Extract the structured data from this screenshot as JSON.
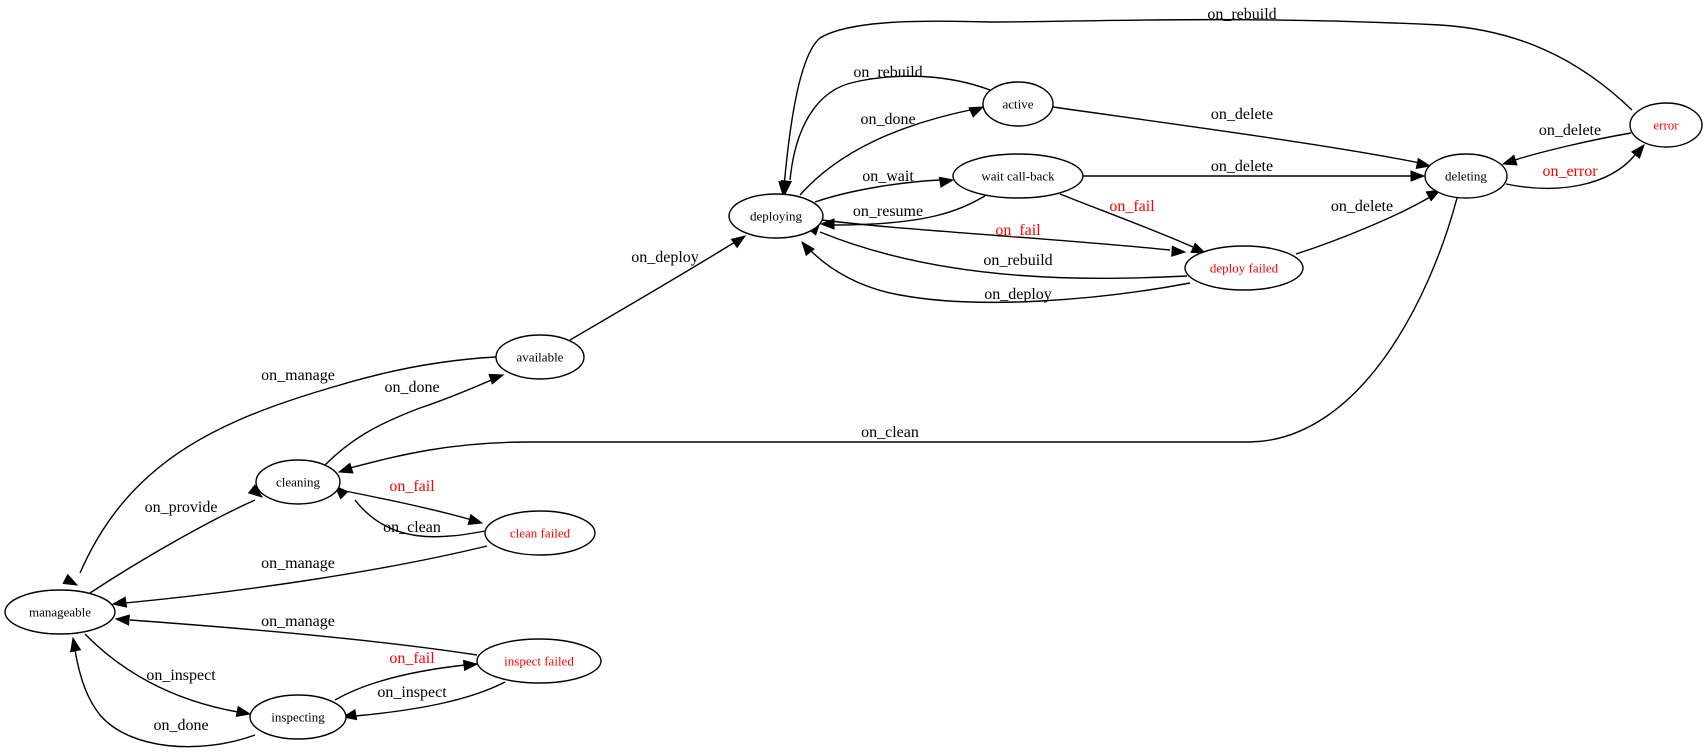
{
  "diagram": {
    "colors": {
      "normal": "#000000",
      "failure": "#ff0000"
    },
    "nodes": [
      {
        "id": "manageable",
        "label": "manageable",
        "failure": false
      },
      {
        "id": "cleaning",
        "label": "cleaning",
        "failure": false
      },
      {
        "id": "available",
        "label": "available",
        "failure": false
      },
      {
        "id": "clean_failed",
        "label": "clean failed",
        "failure": true
      },
      {
        "id": "inspecting",
        "label": "inspecting",
        "failure": false
      },
      {
        "id": "inspect_failed",
        "label": "inspect failed",
        "failure": true
      },
      {
        "id": "deploying",
        "label": "deploying",
        "failure": false
      },
      {
        "id": "active",
        "label": "active",
        "failure": false
      },
      {
        "id": "wait_callback",
        "label": "wait call-back",
        "failure": false
      },
      {
        "id": "deploy_failed",
        "label": "deploy failed",
        "failure": true
      },
      {
        "id": "deleting",
        "label": "deleting",
        "failure": false
      },
      {
        "id": "error",
        "label": "error",
        "failure": true
      }
    ],
    "edges": [
      {
        "id": "e1",
        "from": "manageable",
        "to": "cleaning",
        "label": "on_provide",
        "failure": false
      },
      {
        "id": "e2",
        "from": "available",
        "to": "manageable",
        "label": "on_manage",
        "failure": false
      },
      {
        "id": "e3",
        "from": "cleaning",
        "to": "available",
        "label": "on_done",
        "failure": false
      },
      {
        "id": "e4",
        "from": "cleaning",
        "to": "clean_failed",
        "label": "on_fail",
        "failure": true
      },
      {
        "id": "e5",
        "from": "clean_failed",
        "to": "cleaning",
        "label": "on_clean",
        "failure": false
      },
      {
        "id": "e6",
        "from": "clean_failed",
        "to": "manageable",
        "label": "on_manage",
        "failure": false
      },
      {
        "id": "e7",
        "from": "inspect_failed",
        "to": "manageable",
        "label": "on_manage",
        "failure": false
      },
      {
        "id": "e8",
        "from": "manageable",
        "to": "inspecting",
        "label": "on_inspect",
        "failure": false
      },
      {
        "id": "e9",
        "from": "inspecting",
        "to": "manageable",
        "label": "on_done",
        "failure": false
      },
      {
        "id": "e10",
        "from": "inspecting",
        "to": "inspect_failed",
        "label": "on_fail",
        "failure": true
      },
      {
        "id": "e11",
        "from": "inspect_failed",
        "to": "inspecting",
        "label": "on_inspect",
        "failure": false
      },
      {
        "id": "e12",
        "from": "available",
        "to": "deploying",
        "label": "on_deploy",
        "failure": false
      },
      {
        "id": "e13",
        "from": "deploying",
        "to": "active",
        "label": "on_done",
        "failure": false
      },
      {
        "id": "e14",
        "from": "active",
        "to": "deploying",
        "label": "on_rebuild",
        "failure": false
      },
      {
        "id": "e15",
        "from": "deploying",
        "to": "wait_callback",
        "label": "on_wait",
        "failure": false
      },
      {
        "id": "e16",
        "from": "wait_callback",
        "to": "deploying",
        "label": "on_resume",
        "failure": false
      },
      {
        "id": "e17",
        "from": "deploying",
        "to": "deploy_failed",
        "label": "on_fail",
        "failure": true
      },
      {
        "id": "e18",
        "from": "deploy_failed",
        "to": "deploying",
        "label": "on_rebuild",
        "failure": false
      },
      {
        "id": "e19",
        "from": "deploy_failed",
        "to": "deploying",
        "label": "on_deploy",
        "failure": false
      },
      {
        "id": "e20",
        "from": "wait_callback",
        "to": "deploy_failed",
        "label": "on_fail",
        "failure": true
      },
      {
        "id": "e21",
        "from": "active",
        "to": "deleting",
        "label": "on_delete",
        "failure": false
      },
      {
        "id": "e22",
        "from": "wait_callback",
        "to": "deleting",
        "label": "on_delete",
        "failure": false
      },
      {
        "id": "e23",
        "from": "deploy_failed",
        "to": "deleting",
        "label": "on_delete",
        "failure": false
      },
      {
        "id": "e24",
        "from": "deleting",
        "to": "error",
        "label": "on_error",
        "failure": true
      },
      {
        "id": "e25",
        "from": "error",
        "to": "deleting",
        "label": "on_delete",
        "failure": false
      },
      {
        "id": "e26",
        "from": "error",
        "to": "deploying",
        "label": "on_rebuild",
        "failure": false
      },
      {
        "id": "e27",
        "from": "deleting",
        "to": "cleaning",
        "label": "on_clean",
        "failure": false
      }
    ]
  }
}
